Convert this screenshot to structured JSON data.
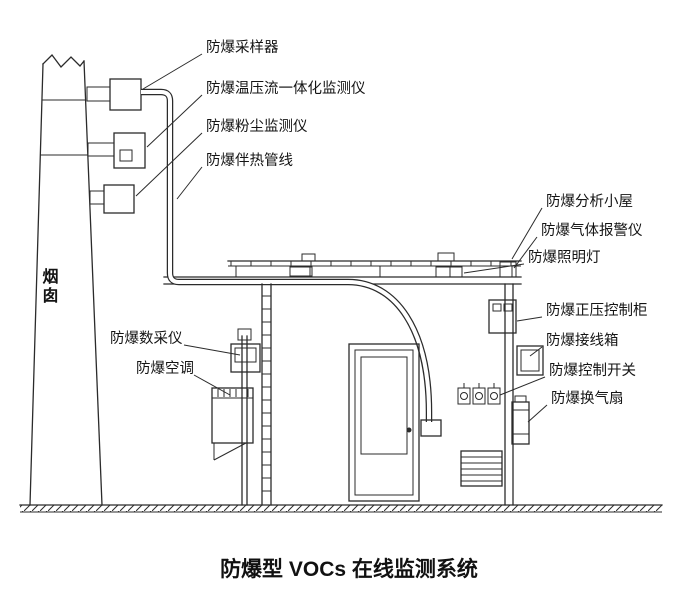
{
  "title": "防爆型 VOCs 在线监测系统",
  "chimney": {
    "label": "烟囱"
  },
  "callouts": {
    "sampler": "防爆采样器",
    "temp_pressure_flow_monitor": "防爆温压流一体化监测仪",
    "dust_monitor": "防爆粉尘监测仪",
    "heated_sampling_line": "防爆伴热管线",
    "analysis_shelter": "防爆分析小屋",
    "gas_alarm": "防爆气体报警仪",
    "explosion_proof_light": "防爆照明灯",
    "positive_pressure_cabinet": "防爆正压控制柜",
    "junction_box": "防爆接线箱",
    "control_switch": "防爆控制开关",
    "exhaust_fan": "防爆换气扇",
    "data_acquisition_unit": "防爆数采仪",
    "air_conditioner": "防爆空调"
  },
  "colors": {
    "line": "#2b2b2b",
    "text": "#141414",
    "background": "#ffffff"
  }
}
